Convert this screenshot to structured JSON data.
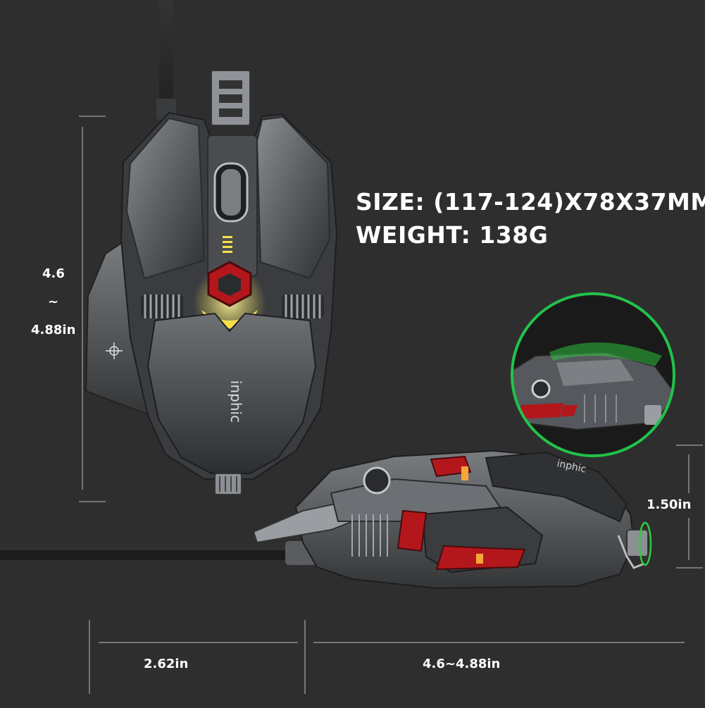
{
  "specs": {
    "size": "SIZE: (117-124)X78X37MM",
    "weight": "WEIGHT:  138G"
  },
  "dimensions": {
    "length_top": "4.6",
    "length_tilde": "~",
    "length_bottom": "4.88in",
    "height": "1.50in",
    "width": "2.62in",
    "side_length": "4.6~4.88in"
  },
  "brand": {
    "logo_text": "inphic"
  },
  "colors": {
    "background": "#2e2e2e",
    "mouse_body": "#55585c",
    "accent_red": "#b3171c",
    "led_yellow": "#f5e04a",
    "ring_green": "#22c24a"
  }
}
